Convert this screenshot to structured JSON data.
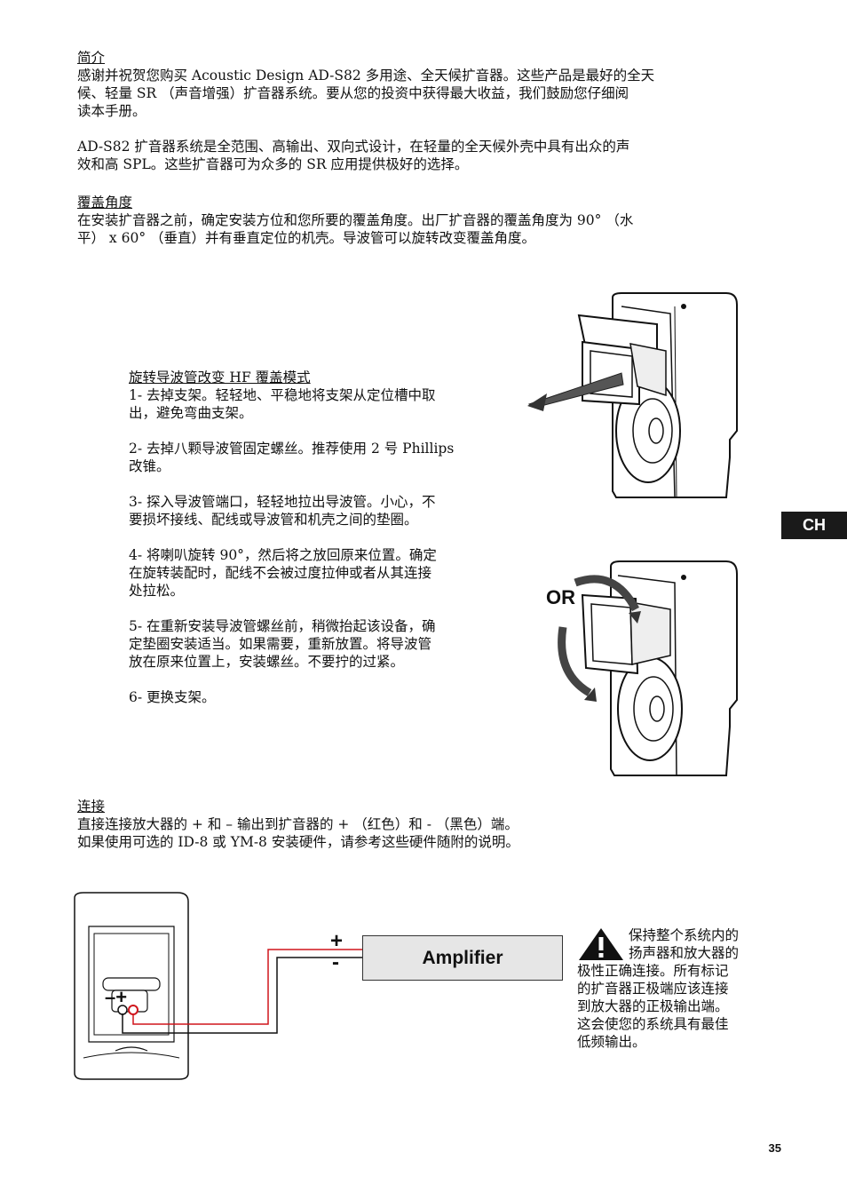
{
  "intro": {
    "heading": "简介",
    "para1_l1": "感谢并祝贺您购买 Acoustic Design AD-S82 多用途、全天候扩音器。这些产品是最好的全天",
    "para1_l2": "候、轻量 SR （声音增强）扩音器系统。要从您的投资中获得最大收益，我们鼓励您仔细阅",
    "para1_l3": "读本手册。",
    "para2_l1": "AD-S82 扩音器系统是全范围、高输出、双向式设计，在轻量的全天候外壳中具有出众的声",
    "para2_l2": "效和高 SPL。这些扩音器可为众多的 SR 应用提供极好的选择。"
  },
  "coverage": {
    "heading": "覆盖角度",
    "l1": "在安装扩音器之前，确定安装方位和您所要的覆盖角度。出厂扩音器的覆盖角度为 90° （水",
    "l2": "平） x 60° （垂直）并有垂直定位的机壳。导波管可以旋转改变覆盖角度。"
  },
  "rotate": {
    "heading": "旋转导波管改变 HF 覆盖模式",
    "s1_l1": "1- 去掉支架。轻轻地、平稳地将支架从定位槽中取",
    "s1_l2": "出，避免弯曲支架。",
    "s2_l1": "2- 去掉八颗导波管固定螺丝。推荐使用 2 号 Phillips",
    "s2_l2": "改锥。",
    "s3_l1": "3- 探入导波管端口，轻轻地拉出导波管。小心，不",
    "s3_l2": "要损坏接线、配线或导波管和机壳之间的垫圈。",
    "s4_l1": "4- 将喇叭旋转  90°，然后将之放回原来位置。确定",
    "s4_l2": "在旋转装配时，配线不会被过度拉伸或者从其连接",
    "s4_l3": "处拉松。",
    "s5_l1": "5- 在重新安装导波管螺丝前，稍微抬起该设备，确",
    "s5_l2": "定垫圈安装适当。如果需要，重新放置。将导波管",
    "s5_l3": "放在原来位置上，安装螺丝。不要拧的过紧。",
    "s6": "6- 更换支架。"
  },
  "connect": {
    "heading": "连接",
    "l1": "直接连接放大器的 + 和 – 输出到扩音器的 + （红色）和 - （黑色）端。",
    "l2": "如果使用可选的 ID-8 或 YM-8 安装硬件，请参考这些硬件随附的说明。"
  },
  "diagram": {
    "or_label": "OR",
    "amp_label": "Amplifier",
    "plus": "+",
    "minus": "-",
    "term_label": "–+",
    "wire_red": "#d0151c",
    "wire_black": "#111111"
  },
  "warning": {
    "l1": "保持整个系统内的",
    "l2": "扬声器和放大器的",
    "l3": "极性正确连接。所有标记",
    "l4": "的扩音器正极端应该连接",
    "l5": "到放大器的正极输出端。",
    "l6": "这会使您的系统具有最佳",
    "l7": "低频输出。"
  },
  "tab": "CH",
  "page_number": "35"
}
